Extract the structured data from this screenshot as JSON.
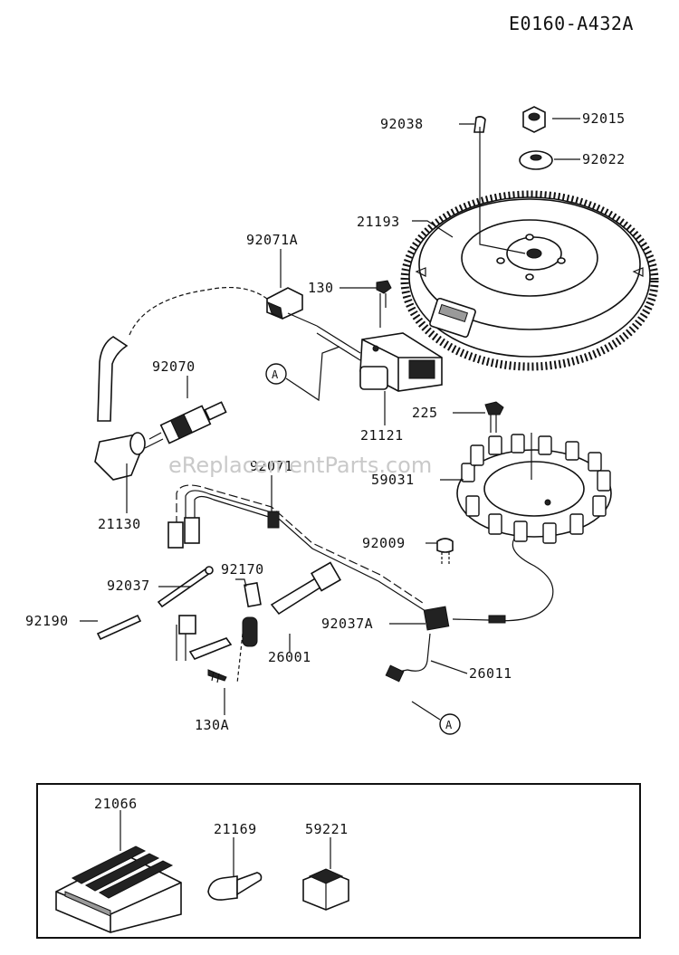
{
  "diagram_code": "E0160-A432A",
  "watermark": "eReplacementParts.com",
  "callout": "A",
  "labels": {
    "p92038": "92038",
    "p92015": "92015",
    "p92022": "92022",
    "p21193": "21193",
    "p92071A": "92071A",
    "p130": "130",
    "p92070": "92070",
    "p21121": "21121",
    "p225": "225",
    "p59031": "59031",
    "p21130": "21130",
    "p92071": "92071",
    "p92009": "92009",
    "p92037": "92037",
    "p92170": "92170",
    "p92190": "92190",
    "p92037A": "92037A",
    "p26001": "26001",
    "p26011": "26011",
    "p130A": "130A",
    "p21066": "21066",
    "p21169": "21169",
    "p59221": "59221"
  }
}
